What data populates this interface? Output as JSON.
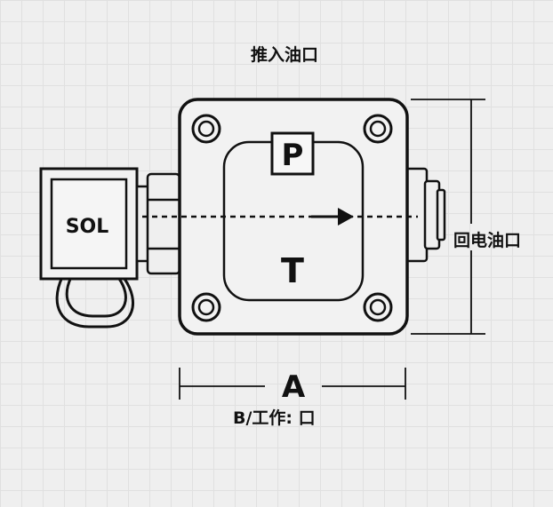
{
  "diagram": {
    "top_label": "推入油口",
    "right_label": "回电油口",
    "bottom_label": "B/工作: 口",
    "solenoid_label": "SOL",
    "port_p": "P",
    "port_t": "T",
    "dimension_label": "A"
  },
  "icons": [
    "bolt-hole-icon",
    "flow-arrow-icon",
    "coil-wire-icon"
  ]
}
